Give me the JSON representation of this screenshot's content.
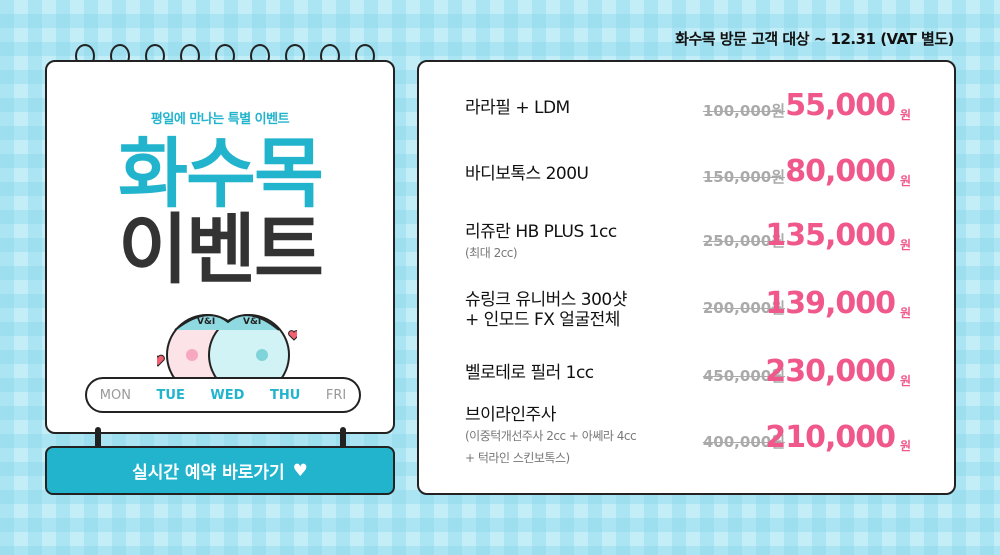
{
  "notice": "화수목 방문 고객 대상 ~ 12.31 (VAT 별도)",
  "event": {
    "subtitle": "평일에 만나는 특별 이벤트",
    "title_line1": "화수목",
    "title_line2": "이벤트",
    "days": [
      {
        "label": "MON",
        "active": false
      },
      {
        "label": "TUE",
        "active": true
      },
      {
        "label": "WED",
        "active": true
      },
      {
        "label": "THU",
        "active": true
      },
      {
        "label": "FRI",
        "active": false
      }
    ],
    "mascot_text": "V&I"
  },
  "cta": {
    "label": "실시간 예약 바로가기"
  },
  "colors": {
    "accent": "#22b4cc",
    "price": "#f0588c"
  },
  "currency": "원",
  "items": [
    {
      "name": "라라필 + LDM",
      "old": "100,000원",
      "price": "55,000"
    },
    {
      "name": "바디보톡스 200U",
      "old": "150,000원",
      "price": "80,000"
    },
    {
      "name": "리쥬란 HB PLUS 1cc",
      "note": "(최대 2cc)",
      "old": "250,000원",
      "price": "135,000"
    },
    {
      "name": "슈링크 유니버스 300샷",
      "name2": "+ 인모드 FX 얼굴전체",
      "old": "200,000원",
      "price": "139,000"
    },
    {
      "name": "벨로테로 필러 1cc",
      "old": "450,000원",
      "price": "230,000"
    },
    {
      "name": "브이라인주사",
      "note": "(이중턱개선주사 2cc + 아쎄라 4cc",
      "note2": "+ 턱라인 스킨보톡스)",
      "old": "400,000원",
      "price": "210,000"
    }
  ]
}
